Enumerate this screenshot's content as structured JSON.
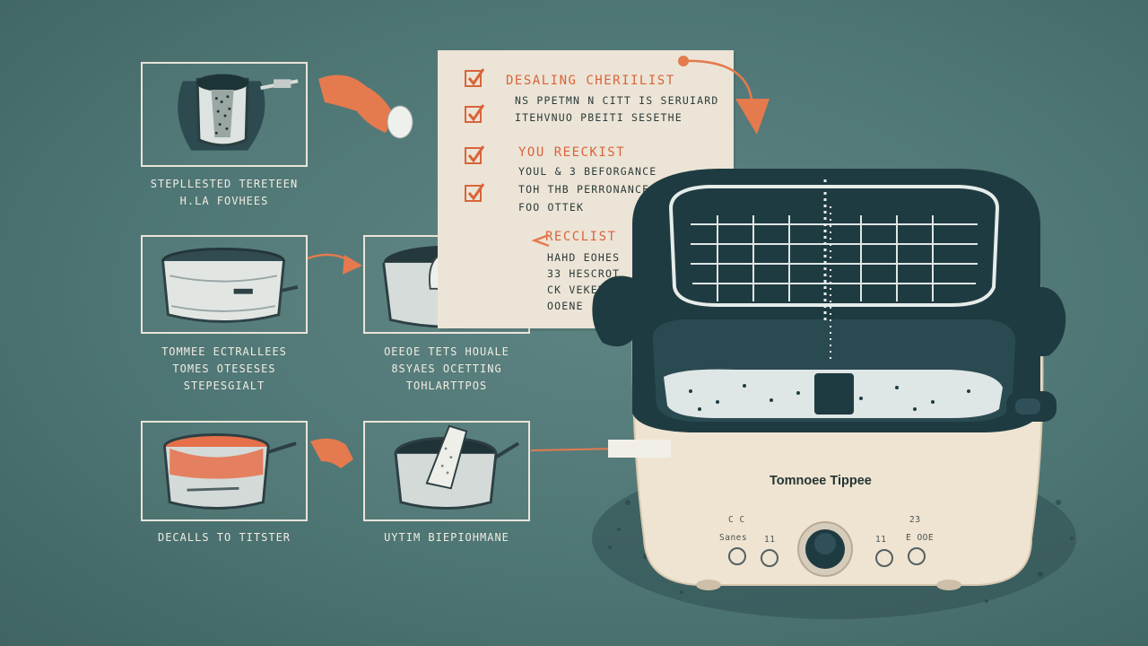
{
  "captions": {
    "step1": [
      "STEPLLESTED TERETEEN",
      "H.LA FOVHEES"
    ],
    "step2": [
      "TOMMEE ECTRALLEES",
      "TOMES OTESESES",
      "STEPESGIALT"
    ],
    "step3": [
      "OEEOE TETS HOUALE",
      "8SYAES OCETTING",
      "TOHLARTTPOS"
    ],
    "step4": [
      "DECALLS TO TITSTER"
    ],
    "step5": [
      "UYTIM BIEPIOHMANE"
    ]
  },
  "checklist": {
    "section1_title": "DESALING CHERIILIST",
    "section1_lines": [
      "NS PPETMN N CITT IS SERUIARD",
      "ITEHVNUO PBEITI SESETHE"
    ],
    "section2_title": "YOU REECKIST",
    "section2_lines": [
      "YOUL & 3 BEFORGANCE",
      "TOH THB PERRONANCE",
      "FOO OTTEK"
    ],
    "section3_title": "RECCLIST",
    "section3_lines": [
      "HAHD EOHES",
      "33 HESCROT",
      "CK VEKERE",
      "OOENE"
    ]
  },
  "appliance": {
    "brand": "Tomnoee Tippee",
    "panel_left_top": "C C",
    "panel_left_label": "Sanes",
    "panel_left_num": "11",
    "panel_right_top": "23",
    "panel_right_label": "E OOE",
    "panel_right_num": "11"
  },
  "colors": {
    "background": "#4e7674",
    "accent_orange": "#e47a4e",
    "paper": "#ece4d6",
    "appliance_body": "#efe4d2",
    "appliance_dark": "#1f3b42"
  },
  "icons": [
    "checkmark-icon",
    "arrow-icon",
    "pointing-hand-icon",
    "sponge-icon",
    "basket-icon",
    "dial-icon"
  ]
}
